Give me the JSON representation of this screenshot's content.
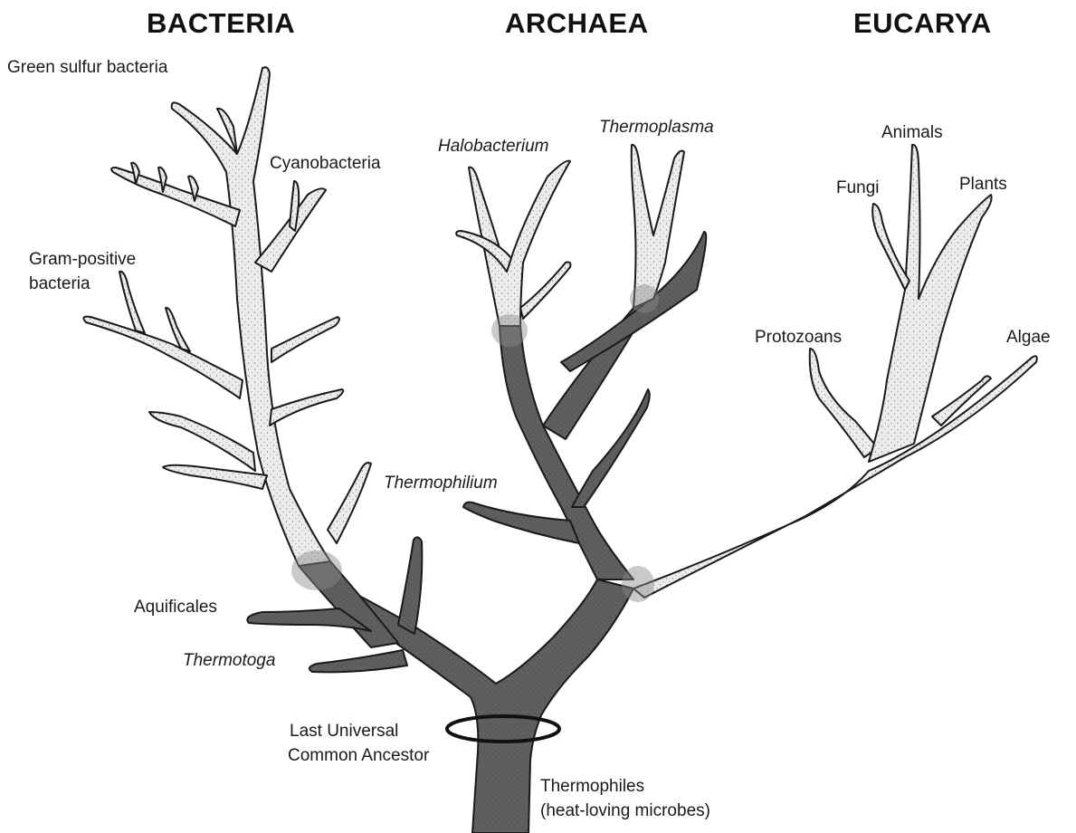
{
  "domains": {
    "bacteria": "BACTERIA",
    "archaea": "ARCHAEA",
    "eucarya": "EUCARYA"
  },
  "labels": {
    "green_sulfur": "Green sulfur bacteria",
    "cyanobacteria": "Cyanobacteria",
    "gram_positive_1": "Gram-positive",
    "gram_positive_2": "bacteria",
    "aquificales": "Aquificales",
    "thermotoga": "Thermotoga",
    "halobacterium": "Halobacterium",
    "thermoplasma": "Thermoplasma",
    "thermophilium": "Thermophilium",
    "animals": "Animals",
    "fungi": "Fungi",
    "plants": "Plants",
    "protozoans": "Protozoans",
    "algae": "Algae",
    "luca_1": "Last Universal",
    "luca_2": "Common Ancestor",
    "thermophiles_1": "Thermophiles",
    "thermophiles_2": "(heat-loving microbes)"
  },
  "colors": {
    "dark_branch": "#5f5f5f",
    "light_branch": "#ececec",
    "outline": "#1a1a1a"
  }
}
